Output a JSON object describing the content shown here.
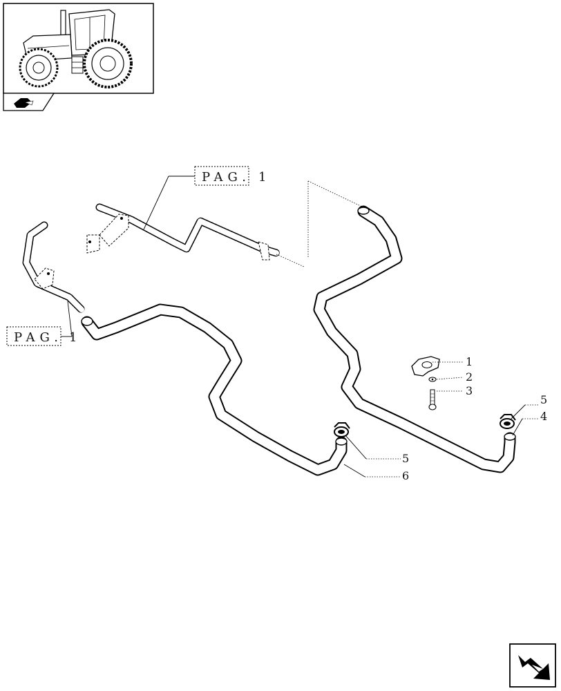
{
  "references": [
    {
      "prefix": "PAG.",
      "number": "1"
    },
    {
      "prefix": "PAG.",
      "number": "1"
    }
  ],
  "callouts": [
    "1",
    "2",
    "3",
    "5",
    "4",
    "5",
    "6"
  ]
}
